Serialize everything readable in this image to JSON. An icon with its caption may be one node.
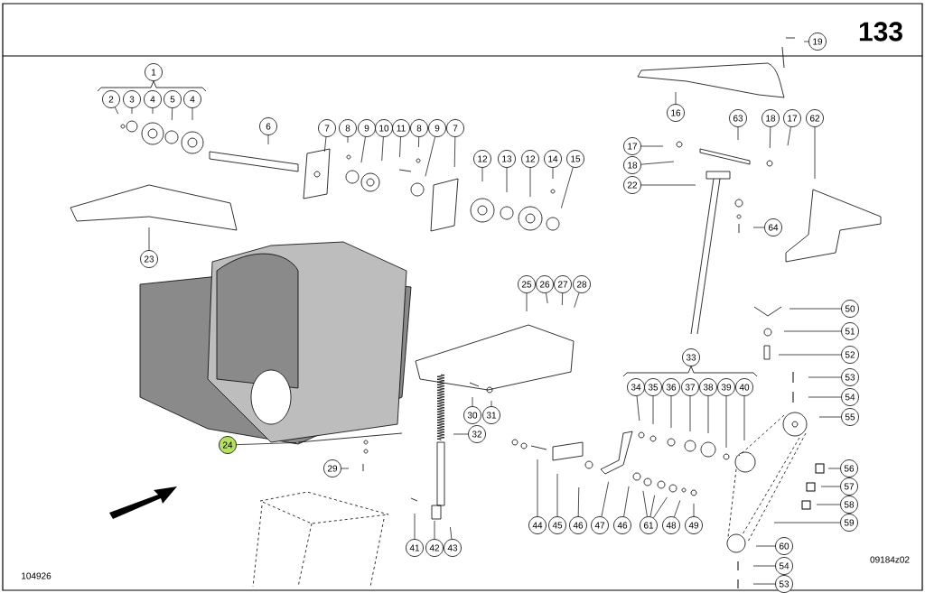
{
  "diagram": {
    "nodes": [
      {
        "text": [
          "1"
        ]
      },
      {
        "text": [
          "2"
        ]
      },
      {
        "text": [
          "3"
        ]
      },
      {
        "text": [
          "4"
        ]
      },
      {
        "text": [
          "5"
        ]
      },
      {
        "text": [
          "4"
        ]
      },
      {
        "text": [
          "6"
        ]
      },
      {
        "text": [
          "7"
        ]
      },
      {
        "text": [
          "8"
        ]
      },
      {
        "text": [
          "9"
        ]
      },
      {
        "text": [
          "10"
        ]
      },
      {
        "text": [
          "11"
        ]
      },
      {
        "text": [
          "8"
        ]
      },
      {
        "text": [
          "9"
        ]
      },
      {
        "text": [
          "7"
        ]
      },
      {
        "text": [
          "12"
        ]
      },
      {
        "text": [
          "13"
        ]
      },
      {
        "text": [
          "12"
        ]
      },
      {
        "text": [
          "14"
        ]
      },
      {
        "text": [
          "15"
        ]
      },
      {
        "text": [
          "19"
        ]
      },
      {
        "text": [
          "16"
        ]
      },
      {
        "text": [
          "63"
        ]
      },
      {
        "text": [
          "18"
        ]
      },
      {
        "text": [
          "17"
        ]
      },
      {
        "text": [
          "62"
        ]
      },
      {
        "text": [
          "17"
        ]
      },
      {
        "text": [
          "18"
        ]
      },
      {
        "text": [
          "22"
        ]
      },
      {
        "text": [
          "64"
        ]
      },
      {
        "text": [
          "23"
        ]
      },
      {
        "text": [
          "25"
        ]
      },
      {
        "text": [
          "26"
        ]
      },
      {
        "text": [
          "27"
        ]
      },
      {
        "text": [
          "28"
        ]
      },
      {
        "text": [
          "50"
        ]
      },
      {
        "text": [
          "51"
        ]
      },
      {
        "text": [
          "52"
        ]
      },
      {
        "text": [
          "33"
        ]
      },
      {
        "text": [
          "53"
        ]
      },
      {
        "text": [
          "54"
        ]
      },
      {
        "text": [
          "34"
        ]
      },
      {
        "text": [
          "35"
        ]
      },
      {
        "text": [
          "36"
        ]
      },
      {
        "text": [
          "37"
        ]
      },
      {
        "text": [
          "38"
        ]
      },
      {
        "text": [
          "39"
        ]
      },
      {
        "text": [
          "40"
        ]
      },
      {
        "text": [
          "55"
        ]
      },
      {
        "text": [
          "30"
        ]
      },
      {
        "text": [
          "31"
        ]
      },
      {
        "text": [
          "32"
        ]
      },
      {
        "text": [
          "24"
        ]
      },
      {
        "text": [
          "29"
        ]
      },
      {
        "text": [
          "56"
        ]
      },
      {
        "text": [
          "57"
        ]
      },
      {
        "text": [
          "58"
        ]
      },
      {
        "text": [
          "44"
        ]
      },
      {
        "text": [
          "45"
        ]
      },
      {
        "text": [
          "46"
        ]
      },
      {
        "text": [
          "47"
        ]
      },
      {
        "text": [
          "46"
        ]
      },
      {
        "text": [
          "61"
        ]
      },
      {
        "text": [
          "48"
        ]
      },
      {
        "text": [
          "49"
        ]
      },
      {
        "text": [
          "59"
        ]
      },
      {
        "text": [
          "60"
        ]
      },
      {
        "text": [
          "41"
        ]
      },
      {
        "text": [
          "42"
        ]
      },
      {
        "text": [
          "43"
        ]
      },
      {
        "text": [
          "54"
        ]
      },
      {
        "text": [
          "53"
        ]
      }
    ],
    "edges": [
      {
        "from": 1,
        "to": null,
        "arrow": "none"
      },
      {
        "from": 2,
        "to": null,
        "arrow": "none"
      },
      {
        "from": 3,
        "to": null,
        "arrow": "none"
      },
      {
        "from": 4,
        "to": null,
        "arrow": "none"
      },
      {
        "from": 5,
        "to": null,
        "arrow": "none"
      },
      {
        "from": 6,
        "to": null,
        "arrow": "none"
      },
      {
        "from": 7,
        "to": null,
        "arrow": "none"
      },
      {
        "from": 8,
        "to": null,
        "arrow": "none"
      },
      {
        "from": 9,
        "to": null,
        "arrow": "none"
      },
      {
        "from": 10,
        "to": null,
        "arrow": "none"
      },
      {
        "from": 11,
        "to": null,
        "arrow": "none"
      },
      {
        "from": 12,
        "to": null,
        "arrow": "none"
      },
      {
        "from": 13,
        "to": null,
        "arrow": "none"
      },
      {
        "from": 14,
        "to": null,
        "arrow": "none"
      },
      {
        "from": 15,
        "to": null,
        "arrow": "none"
      },
      {
        "from": 16,
        "to": null,
        "arrow": "none"
      },
      {
        "from": 17,
        "to": null,
        "arrow": "none"
      },
      {
        "from": 18,
        "to": null,
        "arrow": "none"
      },
      {
        "from": 19,
        "to": null,
        "arrow": "none"
      },
      {
        "from": 20,
        "to": null,
        "arrow": "none"
      },
      {
        "from": 21,
        "to": null,
        "arrow": "none"
      },
      {
        "from": 22,
        "to": null,
        "arrow": "none"
      },
      {
        "from": 23,
        "to": null,
        "arrow": "none"
      },
      {
        "from": 24,
        "to": null,
        "arrow": "none"
      },
      {
        "from": 25,
        "to": null,
        "arrow": "none"
      },
      {
        "from": 26,
        "to": null,
        "arrow": "none"
      },
      {
        "from": 27,
        "to": null,
        "arrow": "none"
      },
      {
        "from": 28,
        "to": null,
        "arrow": "none"
      },
      {
        "from": 29,
        "to": null,
        "arrow": "none"
      },
      {
        "from": 30,
        "to": null,
        "arrow": "none"
      },
      {
        "from": 31,
        "to": null,
        "arrow": "none"
      },
      {
        "from": 32,
        "to": null,
        "arrow": "none"
      },
      {
        "from": 33,
        "to": null,
        "arrow": "none"
      },
      {
        "from": 34,
        "to": null,
        "arrow": "none"
      },
      {
        "from": 35,
        "to": null,
        "arrow": "none"
      },
      {
        "from": 36,
        "to": null,
        "arrow": "none"
      },
      {
        "from": 37,
        "to": null,
        "arrow": "none"
      },
      {
        "from": 39,
        "to": null,
        "arrow": "none"
      },
      {
        "from": 40,
        "to": null,
        "arrow": "none"
      },
      {
        "from": 41,
        "to": null,
        "arrow": "none"
      },
      {
        "from": 42,
        "to": null,
        "arrow": "none"
      },
      {
        "from": 43,
        "to": null,
        "arrow": "none"
      },
      {
        "from": 44,
        "to": null,
        "arrow": "none"
      },
      {
        "from": 45,
        "to": null,
        "arrow": "none"
      },
      {
        "from": 46,
        "to": null,
        "arrow": "none"
      },
      {
        "from": 47,
        "to": null,
        "arrow": "none"
      },
      {
        "from": 48,
        "to": null,
        "arrow": "none"
      },
      {
        "from": 49,
        "to": null,
        "arrow": "none"
      },
      {
        "from": 50,
        "to": null,
        "arrow": "none"
      },
      {
        "from": 51,
        "to": null,
        "arrow": "none"
      },
      {
        "from": 52,
        "to": null,
        "arrow": "none"
      },
      {
        "from": 53,
        "to": null,
        "arrow": "none"
      },
      {
        "from": 54,
        "to": null,
        "arrow": "none"
      },
      {
        "from": 55,
        "to": null,
        "arrow": "none"
      },
      {
        "from": 56,
        "to": null,
        "arrow": "none"
      },
      {
        "from": 57,
        "to": null,
        "arrow": "none"
      },
      {
        "from": 58,
        "to": null,
        "arrow": "none"
      },
      {
        "from": 59,
        "to": null,
        "arrow": "none"
      },
      {
        "from": 60,
        "to": null,
        "arrow": "none"
      },
      {
        "from": 61,
        "to": null,
        "arrow": "none"
      },
      {
        "from": 62,
        "to": null,
        "arrow": "none"
      },
      {
        "from": 62,
        "to": null,
        "arrow": "none"
      },
      {
        "from": 62,
        "to": null,
        "arrow": "none"
      },
      {
        "from": 63,
        "to": null,
        "arrow": "none"
      },
      {
        "from": 64,
        "to": null,
        "arrow": "none"
      },
      {
        "from": 65,
        "to": null,
        "arrow": "none"
      },
      {
        "from": 66,
        "to": null,
        "arrow": "none"
      },
      {
        "from": 67,
        "to": null,
        "arrow": "none"
      },
      {
        "from": 68,
        "to": null,
        "arrow": "none"
      },
      {
        "from": 69,
        "to": null,
        "arrow": "none"
      },
      {
        "from": 70,
        "to": null,
        "arrow": "none"
      },
      {
        "from": 71,
        "to": null,
        "arrow": "none"
      }
    ],
    "labels": [
      "133",
      "104926",
      "09184z02"
    ]
  }
}
